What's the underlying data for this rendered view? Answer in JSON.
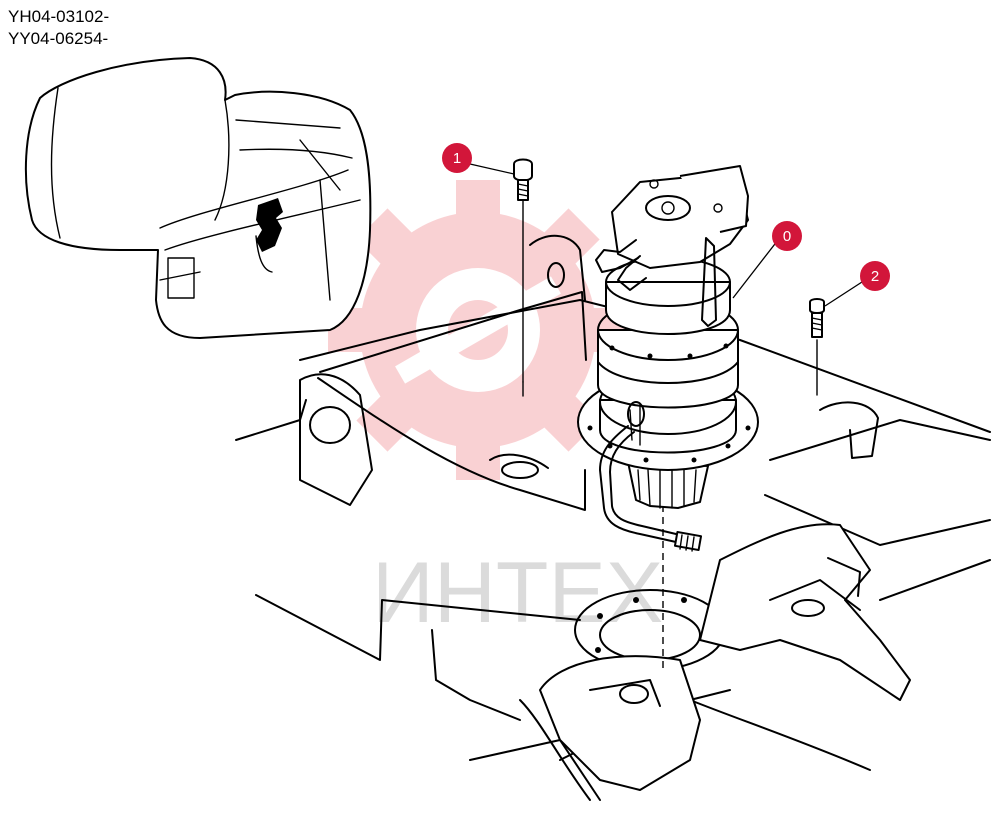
{
  "header": {
    "serial_lines": [
      "YH04-03102-",
      "YY04-06254-"
    ]
  },
  "watermark": {
    "text": "ИНТЕХ",
    "color": "#e8323c"
  },
  "callouts": [
    {
      "label": "0",
      "part": "swing-motor"
    },
    {
      "label": "1",
      "part": "upper-bolt"
    },
    {
      "label": "2",
      "part": "lower-bolt"
    }
  ],
  "colors": {
    "balloon": "#d2163a",
    "line": "#000000"
  }
}
